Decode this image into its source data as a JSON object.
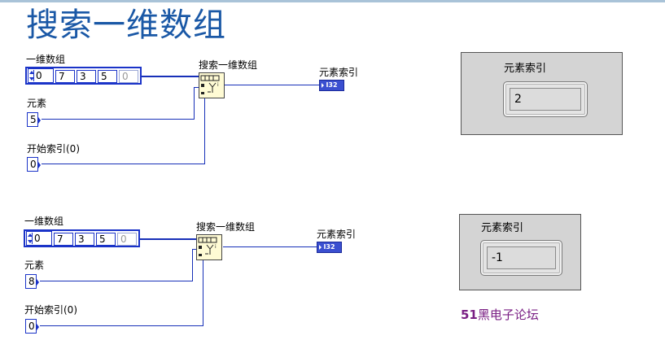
{
  "title": "搜索一维数组",
  "diagrams": [
    {
      "array_label": "一维数组",
      "array_index": "0",
      "array_values": [
        "7",
        "3",
        "5",
        "0"
      ],
      "element_label": "元素",
      "element_value": "5",
      "start_label": "开始索引(0)",
      "start_value": "0",
      "function_label": "搜索一维数组",
      "indicator_label": "元素索引",
      "indicator_type": "I32"
    },
    {
      "array_label": "一维数组",
      "array_index": "0",
      "array_values": [
        "7",
        "3",
        "5",
        "0"
      ],
      "element_label": "元素",
      "element_value": "8",
      "start_label": "开始索引(0)",
      "start_value": "0",
      "function_label": "搜索一维数组",
      "indicator_label": "元素索引",
      "indicator_type": "I32"
    }
  ],
  "front_panels": [
    {
      "label": "元素索引",
      "value": "2"
    },
    {
      "label": "元素索引",
      "value": "-1"
    }
  ],
  "watermark": {
    "prefix": "51",
    "text": "黑电子论坛"
  },
  "colors": {
    "title": "#1a58a6",
    "wire": "#1730b8",
    "watermark": "#7a1f84"
  }
}
